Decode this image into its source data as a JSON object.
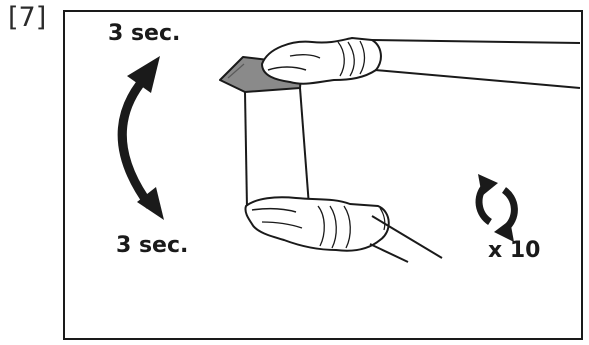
{
  "step": {
    "label": "[7]"
  },
  "instructions": {
    "top_duration": "3 sec.",
    "bottom_duration": "3 sec.",
    "repeat_count": "x 10"
  },
  "colors": {
    "line": "#1a1a1a",
    "cloth": "#8a8a8a",
    "glove": "#ffffff"
  },
  "icons": [
    "double-arrow-icon",
    "repeat-cycle-icon"
  ]
}
